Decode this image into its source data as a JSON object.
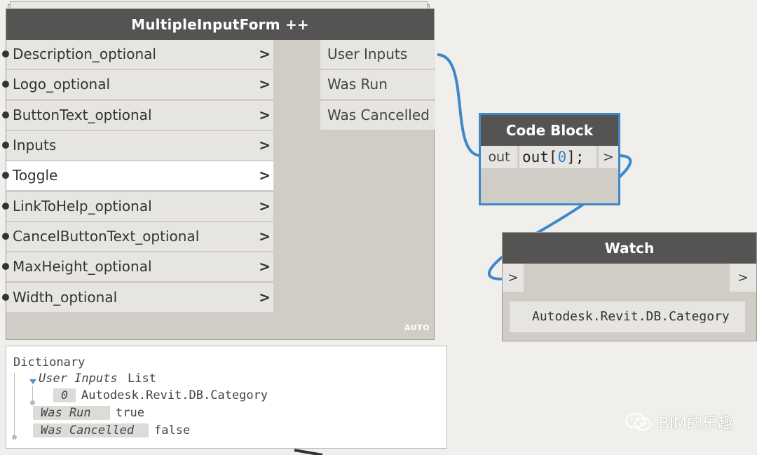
{
  "mif_node": {
    "title": "MultipleInputForm ++",
    "inputs": [
      {
        "label": "Description_optional"
      },
      {
        "label": "Logo_optional"
      },
      {
        "label": "ButtonText_optional"
      },
      {
        "label": "Inputs"
      },
      {
        "label": "Toggle"
      },
      {
        "label": "LinkToHelp_optional"
      },
      {
        "label": "CancelButtonText_optional"
      },
      {
        "label": "MaxHeight_optional"
      },
      {
        "label": "Width_optional"
      }
    ],
    "input_arrow": ">",
    "outputs": [
      {
        "label": "User Inputs"
      },
      {
        "label": "Was Run"
      },
      {
        "label": "Was Cancelled"
      }
    ],
    "lacing": "AUTO"
  },
  "code_block": {
    "title": "Code Block",
    "out_label": "out",
    "code_prefix": "out[",
    "code_index": "0",
    "code_suffix": "];",
    "out_arrow": ">"
  },
  "watch_node": {
    "title": "Watch",
    "in_arrow": ">",
    "out_arrow": ">",
    "value": "Autodesk.Revit.DB.Category"
  },
  "preview": {
    "title": "Dictionary",
    "user_inputs_key": "User Inputs",
    "user_inputs_type": "List",
    "index": "0",
    "index_value": "Autodesk.Revit.DB.Category",
    "was_run_key": "Was Run",
    "was_run_value": "true",
    "was_cancelled_key": "Was Cancelled",
    "was_cancelled_value": "false"
  },
  "watermark": {
    "text": "BIM的乐趣",
    "icon": "wechat-icon"
  },
  "colors": {
    "canvas": "#f0efec",
    "node_header": "#555453",
    "node_body": "#d0cdc7",
    "port": "#e6e5e1",
    "wire": "#3d88c9",
    "selection": "#3d88c9"
  }
}
